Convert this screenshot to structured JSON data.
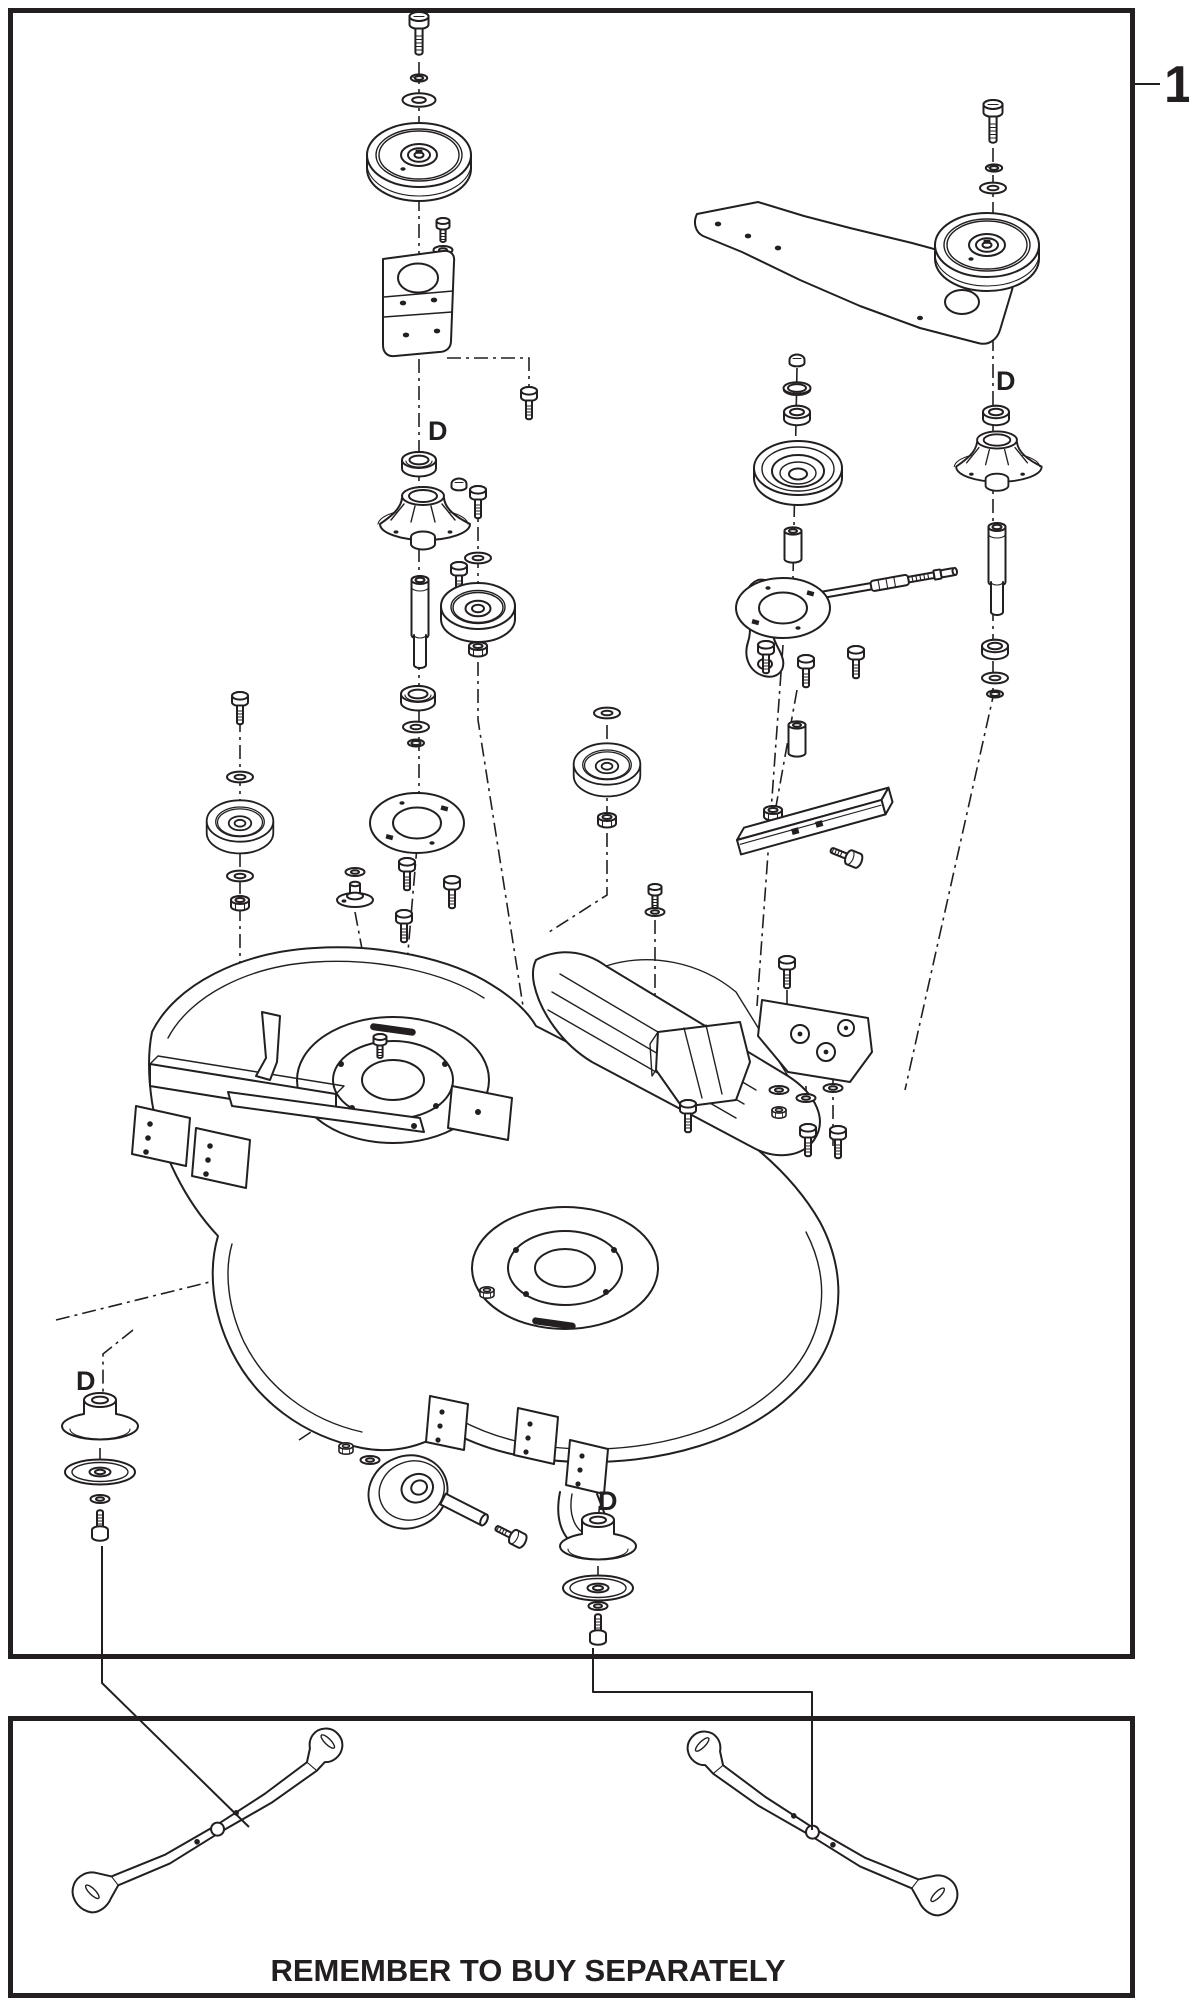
{
  "page": {
    "background": "#ffffff",
    "ink": "#231f20"
  },
  "figure": {
    "callout_number": "1",
    "detail_labels": {
      "left_spindle": "D",
      "right_spindle": "D",
      "left_hub": "D",
      "right_hub": "D"
    }
  },
  "footer": {
    "note": "REMEMBER TO BUY SEPARATELY"
  }
}
